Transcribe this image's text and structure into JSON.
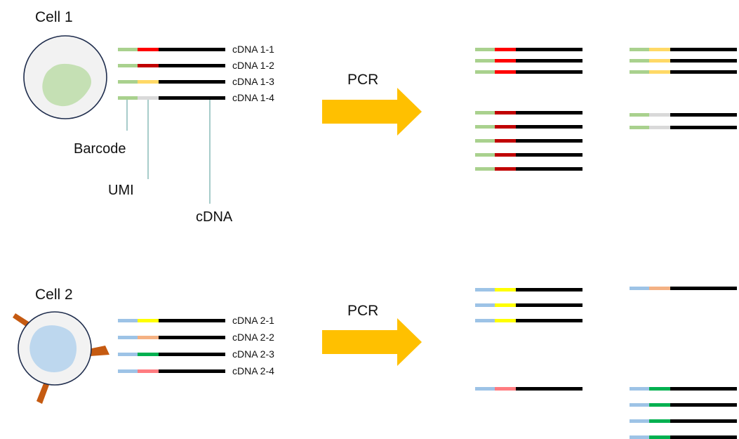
{
  "colors": {
    "barcode_cell1": "#a9d18e",
    "barcode_cell2": "#9dc3e6",
    "cdna": "#000000",
    "leader": "#4f9a96",
    "arrow": "#ffc000",
    "cell_border": "#1f2d4d",
    "cell_fill": "#f2f2f2",
    "nucleus_cell1": "#c5e0b4",
    "nucleus_cell2": "#bdd7ee",
    "receptor": "#c55a11"
  },
  "labels": {
    "cell1_title": "Cell 1",
    "cell2_title": "Cell 2",
    "barcode": "Barcode",
    "umi": "UMI",
    "cdna": "cDNA",
    "pcr": "PCR"
  },
  "cell1": {
    "molecules": [
      {
        "label": "cDNA 1-1",
        "umi_color": "#ff0000"
      },
      {
        "label": "cDNA 1-2",
        "umi_color": "#c00000"
      },
      {
        "label": "cDNA 1-3",
        "umi_color": "#ffd966"
      },
      {
        "label": "cDNA 1-4",
        "umi_color": "#d9d9d9"
      }
    ],
    "pcr_groups": [
      {
        "umi_color": "#ff0000",
        "copies": 3
      },
      {
        "umi_color": "#c00000",
        "copies": 5
      },
      {
        "umi_color": "#ffd966",
        "copies": 3
      },
      {
        "umi_color": "#d9d9d9",
        "copies": 2
      }
    ]
  },
  "cell2": {
    "molecules": [
      {
        "label": "cDNA 2-1",
        "umi_color": "#ffff00"
      },
      {
        "label": "cDNA 2-2",
        "umi_color": "#f4b183"
      },
      {
        "label": "cDNA 2-3",
        "umi_color": "#00b050"
      },
      {
        "label": "cDNA 2-4",
        "umi_color": "#ff7c80"
      }
    ],
    "pcr_groups": [
      {
        "umi_color": "#ffff00",
        "copies": 3
      },
      {
        "umi_color": "#f4b183",
        "copies": 1
      },
      {
        "umi_color": "#ff7c80",
        "copies": 1
      },
      {
        "umi_color": "#00b050",
        "copies": 4
      }
    ]
  }
}
